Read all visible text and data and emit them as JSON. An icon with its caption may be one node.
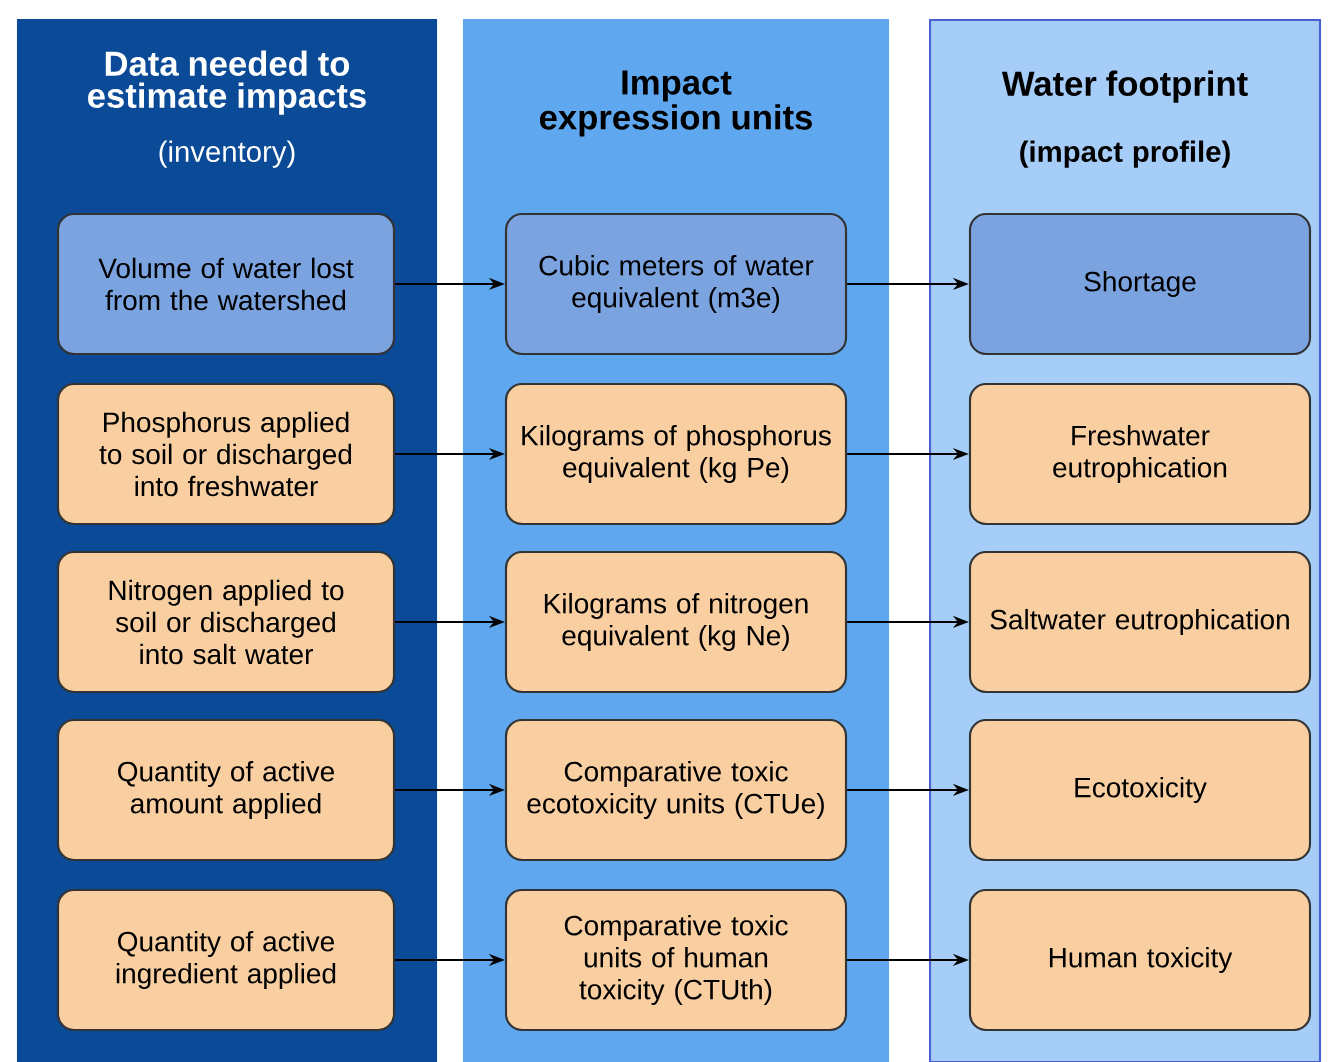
{
  "diagram": {
    "nodes": [
      {
        "text": [
          "Data needed to estimate impacts",
          "(inventory)"
        ]
      },
      {
        "text": [
          "Impact expression units"
        ]
      },
      {
        "text": [
          "Water footprint",
          "(impact profile)"
        ]
      },
      {
        "text": [
          "Volume of water lost from the watershed"
        ],
        "in": 0
      },
      {
        "text": [
          "Cubic meters of water equivalent (m3e)"
        ],
        "in": 1
      },
      {
        "text": [
          "Shortage"
        ],
        "in": 2
      },
      {
        "text": [
          "Phosphorus applied to soil or discharged into freshwater"
        ],
        "in": 0
      },
      {
        "text": [
          "Kilograms of phosphorus equivalent (kg Pe)"
        ],
        "in": 1
      },
      {
        "text": [
          "Freshwater eutrophication"
        ],
        "in": 2
      },
      {
        "text": [
          "Nitrogen applied to soil or discharged into salt water"
        ],
        "in": 0
      },
      {
        "text": [
          "Kilograms of nitrogen equivalent (kg Ne)"
        ],
        "in": 1
      },
      {
        "text": [
          "Saltwater eutrophication"
        ],
        "in": 2
      },
      {
        "text": [
          "Quantity of active amount applied"
        ],
        "in": 0
      },
      {
        "text": [
          "Comparative toxic ecotoxicity units (CTUe)"
        ],
        "in": 1
      },
      {
        "text": [
          "Ecotoxicity"
        ],
        "in": 2
      },
      {
        "text": [
          "Quantity of active ingredient applied"
        ],
        "in": 0
      },
      {
        "text": [
          "Comparative toxic units of human toxicity (CTUth)"
        ],
        "in": 1
      },
      {
        "text": [
          "Human toxicity"
        ],
        "in": 2
      }
    ],
    "edges": [
      {
        "from": 3,
        "to": 4,
        "arrow": "to"
      },
      {
        "from": 4,
        "to": 5,
        "arrow": "to"
      },
      {
        "from": 6,
        "to": 7,
        "arrow": "to"
      },
      {
        "from": 7,
        "to": 8,
        "arrow": "to"
      },
      {
        "from": 9,
        "to": 10,
        "arrow": "to"
      },
      {
        "from": 10,
        "to": 11,
        "arrow": "to"
      },
      {
        "from": 12,
        "to": 13,
        "arrow": "to"
      },
      {
        "from": 13,
        "to": 14,
        "arrow": "to"
      },
      {
        "from": 15,
        "to": 16,
        "arrow": "to"
      },
      {
        "from": 16,
        "to": 17,
        "arrow": "to"
      }
    ]
  }
}
